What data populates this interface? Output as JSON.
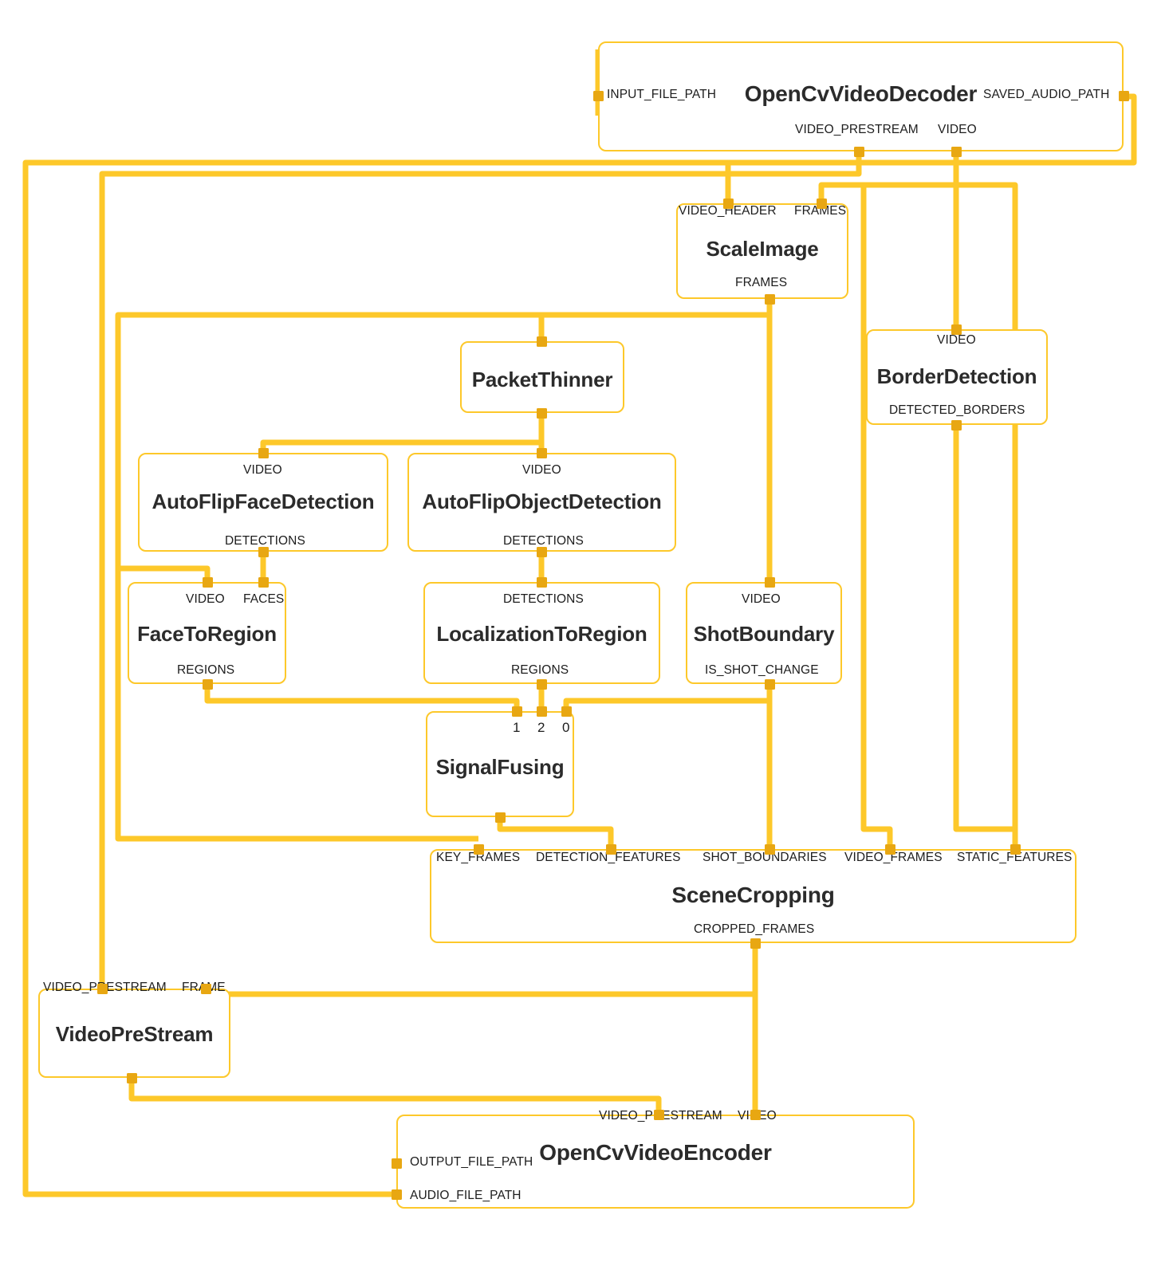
{
  "diagram": {
    "type": "node-graph",
    "title": "AutoFlip MediaPipe calculator graph",
    "colors": {
      "edge": "#fdc82a",
      "port": "#e8a712",
      "node_border": "#fdc82a",
      "node_fill": "#ffffff",
      "text": "#2b2b2b",
      "background": "#ffffff"
    }
  },
  "nodes": [
    {
      "id": "opencv_video_decoder",
      "name": "OpenCvVideoDecoder",
      "inputs": [
        "INPUT_FILE_PATH"
      ],
      "outputs": [
        "SAVED_AUDIO_PATH",
        "VIDEO_PRESTREAM",
        "VIDEO"
      ]
    },
    {
      "id": "scale_image",
      "name": "ScaleImage",
      "inputs": [
        "VIDEO_HEADER",
        "FRAMES"
      ],
      "outputs": [
        "FRAMES"
      ]
    },
    {
      "id": "border_detection",
      "name": "BorderDetection",
      "inputs": [
        "VIDEO"
      ],
      "outputs": [
        "DETECTED_BORDERS"
      ]
    },
    {
      "id": "packet_thinner",
      "name": "PacketThinner",
      "inputs": [
        ""
      ],
      "outputs": [
        ""
      ]
    },
    {
      "id": "autoflip_face_detection",
      "name": "AutoFlipFaceDetection",
      "inputs": [
        "VIDEO"
      ],
      "outputs": [
        "DETECTIONS"
      ]
    },
    {
      "id": "autoflip_object_detection",
      "name": "AutoFlipObjectDetection",
      "inputs": [
        "VIDEO"
      ],
      "outputs": [
        "DETECTIONS"
      ]
    },
    {
      "id": "face_to_region",
      "name": "FaceToRegion",
      "inputs": [
        "VIDEO",
        "FACES"
      ],
      "outputs": [
        "REGIONS"
      ]
    },
    {
      "id": "localization_to_region",
      "name": "LocalizationToRegion",
      "inputs": [
        "DETECTIONS"
      ],
      "outputs": [
        "REGIONS"
      ]
    },
    {
      "id": "shot_boundary",
      "name": "ShotBoundary",
      "inputs": [
        "VIDEO"
      ],
      "outputs": [
        "IS_SHOT_CHANGE"
      ]
    },
    {
      "id": "signal_fusing",
      "name": "SignalFusing",
      "inputs": [
        "1",
        "2",
        "0"
      ],
      "outputs": [
        ""
      ]
    },
    {
      "id": "scene_cropping",
      "name": "SceneCropping",
      "inputs": [
        "KEY_FRAMES",
        "DETECTION_FEATURES",
        "SHOT_BOUNDARIES",
        "VIDEO_FRAMES",
        "STATIC_FEATURES"
      ],
      "outputs": [
        "CROPPED_FRAMES"
      ]
    },
    {
      "id": "video_pre_stream",
      "name": "VideoPreStream",
      "inputs": [
        "VIDEO_PRESTREAM",
        "FRAME"
      ],
      "outputs": [
        ""
      ]
    },
    {
      "id": "opencv_video_encoder",
      "name": "OpenCvVideoEncoder",
      "inputs": [
        "VIDEO_PRESTREAM",
        "VIDEO",
        "OUTPUT_FILE_PATH",
        "AUDIO_FILE_PATH"
      ],
      "outputs": []
    }
  ],
  "labels": {
    "opencv_video_decoder": {
      "title": "OpenCvVideoDecoder",
      "in_input_file_path": "INPUT_FILE_PATH",
      "out_saved_audio_path": "SAVED_AUDIO_PATH",
      "out_video_prestream": "VIDEO_PRESTREAM",
      "out_video": "VIDEO"
    },
    "scale_image": {
      "title": "ScaleImage",
      "in_video_header": "VIDEO_HEADER",
      "in_frames": "FRAMES",
      "out_frames": "FRAMES"
    },
    "border_detection": {
      "title": "BorderDetection",
      "in_video": "VIDEO",
      "out_detected_borders": "DETECTED_BORDERS"
    },
    "packet_thinner": {
      "title": "PacketThinner"
    },
    "autoflip_face_detection": {
      "title": "AutoFlipFaceDetection",
      "in_video": "VIDEO",
      "out_detections": "DETECTIONS"
    },
    "autoflip_object_detection": {
      "title": "AutoFlipObjectDetection",
      "in_video": "VIDEO",
      "out_detections": "DETECTIONS"
    },
    "face_to_region": {
      "title": "FaceToRegion",
      "in_video": "VIDEO",
      "in_faces": "FACES",
      "out_regions": "REGIONS"
    },
    "localization_to_region": {
      "title": "LocalizationToRegion",
      "in_detections": "DETECTIONS",
      "out_regions": "REGIONS"
    },
    "shot_boundary": {
      "title": "ShotBoundary",
      "in_video": "VIDEO",
      "out_is_shot_change": "IS_SHOT_CHANGE"
    },
    "signal_fusing": {
      "title": "SignalFusing",
      "in_1": "1",
      "in_2": "2",
      "in_0": "0"
    },
    "scene_cropping": {
      "title": "SceneCropping",
      "in_key_frames": "KEY_FRAMES",
      "in_detection_features": "DETECTION_FEATURES",
      "in_shot_boundaries": "SHOT_BOUNDARIES",
      "in_video_frames": "VIDEO_FRAMES",
      "in_static_features": "STATIC_FEATURES",
      "out_cropped_frames": "CROPPED_FRAMES"
    },
    "video_pre_stream": {
      "title": "VideoPreStream",
      "in_video_prestream": "VIDEO_PRESTREAM",
      "in_frame": "FRAME"
    },
    "opencv_video_encoder": {
      "title": "OpenCvVideoEncoder",
      "in_video_prestream": "VIDEO_PRESTREAM",
      "in_video": "VIDEO",
      "in_output_file_path": "OUTPUT_FILE_PATH",
      "in_audio_file_path": "AUDIO_FILE_PATH"
    }
  },
  "edges": [
    {
      "from": "opencv_video_decoder.SAVED_AUDIO_PATH",
      "to": "opencv_video_encoder.AUDIO_FILE_PATH"
    },
    {
      "from": "opencv_video_decoder.VIDEO_PRESTREAM",
      "to": "scale_image.VIDEO_HEADER"
    },
    {
      "from": "opencv_video_decoder.VIDEO_PRESTREAM",
      "to": "video_pre_stream.VIDEO_PRESTREAM"
    },
    {
      "from": "opencv_video_decoder.VIDEO",
      "to": "scale_image.FRAMES"
    },
    {
      "from": "opencv_video_decoder.VIDEO",
      "to": "border_detection.VIDEO"
    },
    {
      "from": "opencv_video_decoder.VIDEO",
      "to": "scene_cropping.STATIC_FEATURES"
    },
    {
      "from": "scale_image.FRAMES",
      "to": "packet_thinner"
    },
    {
      "from": "scale_image.FRAMES",
      "to": "shot_boundary.VIDEO"
    },
    {
      "from": "scale_image.FRAMES",
      "to": "scene_cropping.VIDEO_FRAMES"
    },
    {
      "from": "scale_image.FRAMES",
      "to": "face_to_region.VIDEO"
    },
    {
      "from": "packet_thinner",
      "to": "autoflip_face_detection.VIDEO"
    },
    {
      "from": "packet_thinner",
      "to": "autoflip_object_detection.VIDEO"
    },
    {
      "from": "autoflip_face_detection.DETECTIONS",
      "to": "face_to_region.FACES"
    },
    {
      "from": "autoflip_object_detection.DETECTIONS",
      "to": "localization_to_region.DETECTIONS"
    },
    {
      "from": "face_to_region.REGIONS",
      "to": "signal_fusing.1"
    },
    {
      "from": "localization_to_region.REGIONS",
      "to": "signal_fusing.2"
    },
    {
      "from": "shot_boundary.IS_SHOT_CHANGE",
      "to": "signal_fusing.0"
    },
    {
      "from": "shot_boundary.IS_SHOT_CHANGE",
      "to": "scene_cropping.SHOT_BOUNDARIES"
    },
    {
      "from": "border_detection.DETECTED_BORDERS",
      "to": "scene_cropping.VIDEO_FRAMES"
    },
    {
      "from": "signal_fusing",
      "to": "scene_cropping.DETECTION_FEATURES"
    },
    {
      "from": "scene_cropping.KEY_FRAMES",
      "from_source": "scale_image.FRAMES"
    },
    {
      "from": "scene_cropping.CROPPED_FRAMES",
      "to": "opencv_video_encoder.VIDEO"
    },
    {
      "from": "scene_cropping.CROPPED_FRAMES",
      "to": "video_pre_stream.FRAME"
    },
    {
      "from": "video_pre_stream",
      "to": "opencv_video_encoder.VIDEO_PRESTREAM"
    }
  ]
}
